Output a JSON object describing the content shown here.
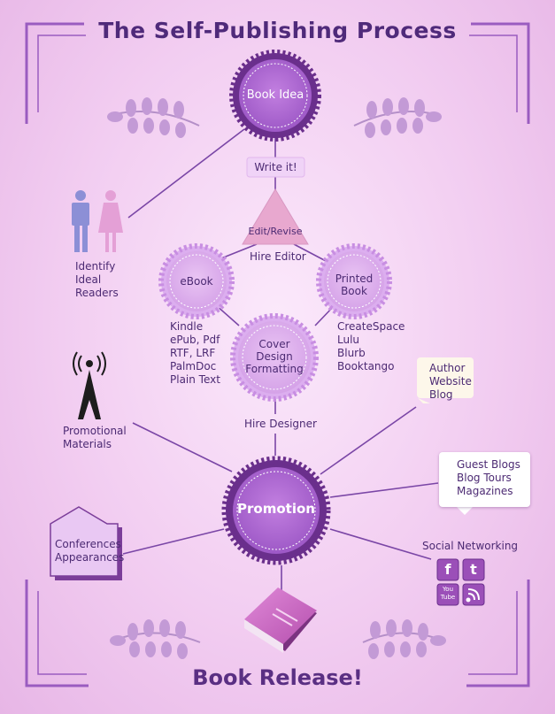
{
  "title": "The Self-Publishing Process",
  "nodes": {
    "book_idea": "Book Idea",
    "write_it": "Write it!",
    "edit_revise": "Edit/Revise",
    "hire_editor": "Hire Editor",
    "ebook": "eBook",
    "printed_book": [
      "Printed",
      "Book"
    ],
    "cover": [
      "Cover",
      "Design",
      "Formatting"
    ],
    "hire_designer": "Hire Designer",
    "promotion": "Promotion",
    "book_release": "Book Release!"
  },
  "lists": {
    "identify_readers": [
      "Identify",
      "Ideal",
      "Readers"
    ],
    "ebook_formats": [
      "Kindle",
      "ePub, Pdf",
      "RTF, LRF",
      "PalmDoc",
      "Plain Text"
    ],
    "print_services": [
      "CreateSpace",
      "Lulu",
      "Blurb",
      "Booktango"
    ],
    "author_site": [
      "Author",
      "Website",
      "Blog"
    ],
    "blogs": [
      "Guest Blogs",
      "Blog Tours",
      "Magazines"
    ],
    "promotional": [
      "Promotional",
      "Materials"
    ],
    "conferences": [
      "Conferences",
      "Appearances"
    ],
    "social": "Social Networking"
  },
  "social_icons": {
    "facebook": "f",
    "twitter": "t",
    "youtube": [
      "You",
      "Tube"
    ]
  },
  "colors": {
    "dark_purple": "#6a2f8c",
    "medium_purple": "#b06ad1",
    "light_purple": "#d7a2ea",
    "text": "#4c2a73"
  }
}
